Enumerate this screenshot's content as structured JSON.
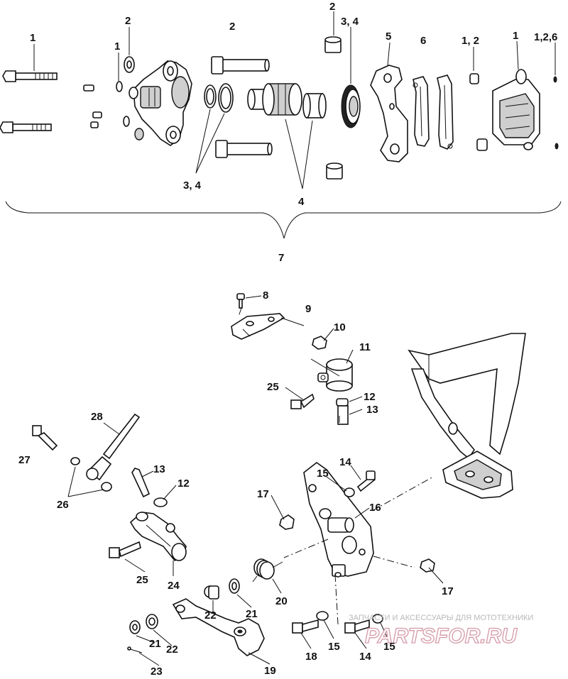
{
  "labels": {
    "top_bolt_upper": "1",
    "top_washer": "2",
    "top_washer_small": "1",
    "top_pins": "2",
    "top_bushing": "2",
    "top_seal_pair": "3, 4",
    "top_bracket": "5",
    "top_pads": "6",
    "top_boot": "1, 2",
    "top_caliper": "1",
    "top_caliper_end": "1,2,6",
    "top_seals_lower": "3, 4",
    "top_piston_kit": "4",
    "assembly": "7",
    "screw": "8",
    "bracket_plate": "9",
    "nut": "10",
    "reservoir": "11",
    "clamp_upper": "12",
    "hose_upper": "13",
    "bolt_25_upper": "25",
    "bolt_27": "27",
    "rod_28": "28",
    "washers_26": "26",
    "hose_lower": "13",
    "clamp_lower": "12",
    "bolt_25_lower": "25",
    "master_cyl": "24",
    "bolt_14_upper": "14",
    "washer_15_upper": "15",
    "nut_17_upper": "17",
    "pedal_plate": "16",
    "nut_17_lower": "17",
    "spring": "20",
    "washer_22_upper": "22",
    "washer_21_upper": "21",
    "washer_21_lower": "21",
    "washer_22_lower": "22",
    "cotter_pin": "23",
    "banjo_line": "19",
    "bolt_18": "18",
    "washer_15_lower": "15",
    "bolt_14_lower": "14",
    "washer_15_right": "15"
  },
  "watermark": {
    "caption": "ЗАПЧАСТИ И АКСЕССУАРЫ ДЛЯ МОТОТЕХНИКИ",
    "logo": "PARTSFOR.RU"
  }
}
